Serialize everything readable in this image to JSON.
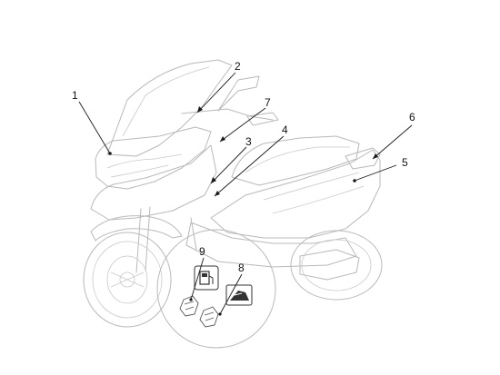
{
  "diagram": {
    "callouts": [
      {
        "id": "1",
        "label": "1"
      },
      {
        "id": "2",
        "label": "2"
      },
      {
        "id": "3",
        "label": "3"
      },
      {
        "id": "4",
        "label": "4"
      },
      {
        "id": "5",
        "label": "5"
      },
      {
        "id": "6",
        "label": "6"
      },
      {
        "id": "7",
        "label": "7"
      },
      {
        "id": "8",
        "label": "8"
      },
      {
        "id": "9",
        "label": "9"
      }
    ],
    "colors": {
      "outline": "#b9b9b9",
      "leader": "#1a1a1a",
      "background": "#ffffff"
    },
    "icons": [
      "fuel-pump-icon",
      "hand-warning-icon"
    ]
  }
}
